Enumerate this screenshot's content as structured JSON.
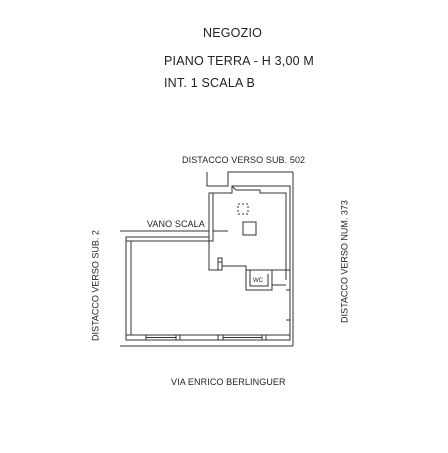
{
  "header": {
    "title": "NEGOZIO",
    "floor": "PIANO TERRA - H 3,00 M",
    "unit": "INT. 1 SCALA B"
  },
  "labels": {
    "top": "DISTACCO VERSO SUB. 502",
    "left": "DISTACCO VERSO SUB. 2",
    "right": "DISTACCO VERSO NUM. 373",
    "bottom": "VIA ENRICO BERLINGUER",
    "stair": "VANO SCALA",
    "wc": "WC"
  },
  "colors": {
    "line": "#333333",
    "wall_fill": "#cfcfcf"
  }
}
